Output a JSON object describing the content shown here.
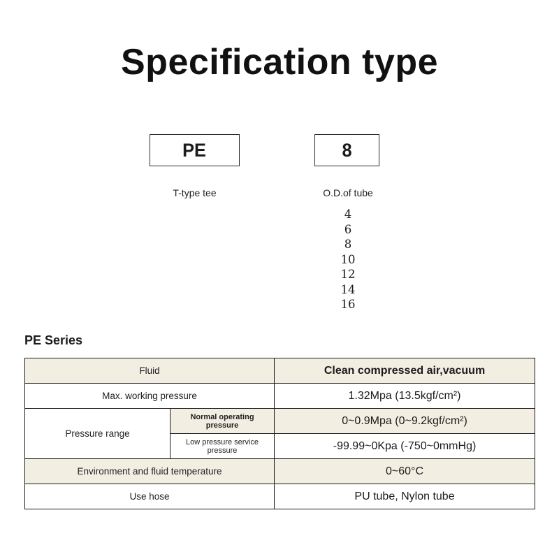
{
  "title": "Specification type",
  "spec": {
    "code_boxes": [
      {
        "code": "PE",
        "label": "T-type tee"
      },
      {
        "code": "8",
        "label": "O.D.of tube"
      }
    ],
    "od_options": [
      "4",
      "6",
      "8",
      "10",
      "12",
      "14",
      "16"
    ]
  },
  "series": {
    "heading": "PE Series",
    "table": {
      "rows": [
        {
          "label": "Fluid",
          "value": "Clean compressed air,vacuum"
        },
        {
          "label": "Max. working pressure",
          "value": "1.32Mpa (13.5kgf/cm²)"
        },
        {
          "label": "Pressure range",
          "sublabel": "Normal operating pressure",
          "value": "0~0.9Mpa (0~9.2kgf/cm²)"
        },
        {
          "sublabel": "Low pressure service pressure",
          "value": "-99.99~0Kpa (-750~0mmHg)"
        },
        {
          "label": "Environment and fluid temperature",
          "value": "0~60°C"
        },
        {
          "label": "Use hose",
          "value": "PU tube, Nylon tube"
        }
      ]
    }
  },
  "colors": {
    "row_beige": "#f3eee2",
    "border": "#1a1a1a",
    "text": "#1f1f1f",
    "background": "#ffffff"
  }
}
